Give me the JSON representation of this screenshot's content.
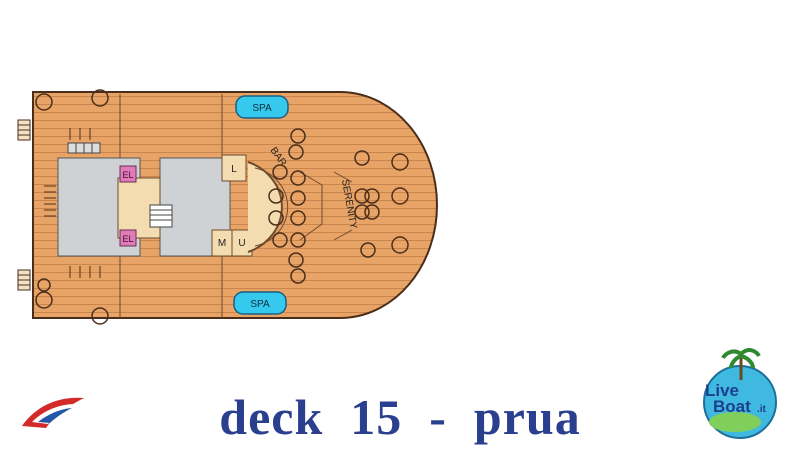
{
  "deck": {
    "labels": {
      "spa_top": "SPA",
      "spa_bottom": "SPA",
      "bar": "BAR",
      "serenity": "SERENITY",
      "el_top": "EL",
      "el_bottom": "EL",
      "room_l": "L",
      "room_u": "U",
      "room_m": "M"
    }
  },
  "caption": {
    "text": "deck  15  -  prua"
  },
  "brand": {
    "livebeat_top": "Live",
    "livebeat_bottom": "Boat",
    "livebeat_suffix": ".it"
  },
  "colors": {
    "deck_wood": "#e6a062",
    "interior": "#cfd2d5",
    "spa": "#35c9ee",
    "caption": "#2b3f8f",
    "el": "#e07bb8"
  }
}
